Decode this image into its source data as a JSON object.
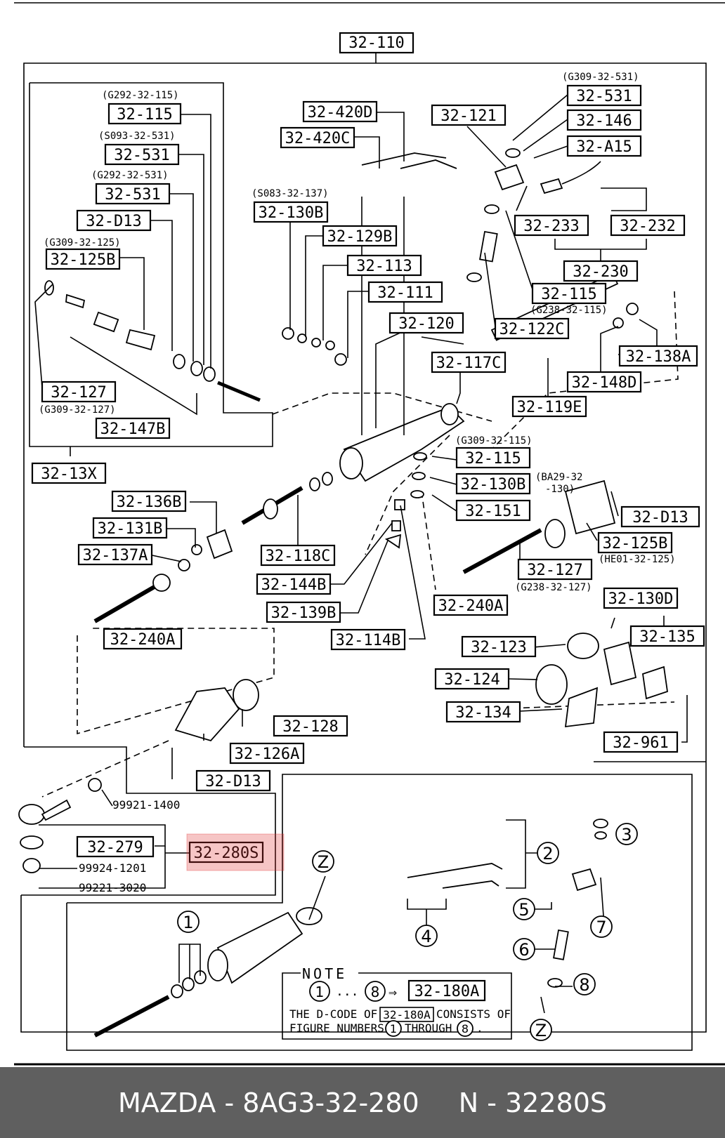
{
  "parts": {
    "p32_110": "32-110",
    "p32_115_l": "32-115",
    "c_g292_32_115": "(G292-32-115)",
    "p32_531_a": "32-531",
    "c_s093_32_531": "(S093-32-531)",
    "p32_531_b": "32-531",
    "c_g292_32_531": "(G292-32-531)",
    "p32_d13_a": "32-D13",
    "p32_125b_a": "32-125B",
    "c_g309_32_125": "(G309-32-125)",
    "p32_127_a": "32-127",
    "c_g309_32_127": "(G309-32-127)",
    "p32_147b": "32-147B",
    "p32_13x": "32-13X",
    "p32_420d": "32-420D",
    "p32_420c": "32-420C",
    "p32_130b_a": "32-130B",
    "c_s083_32_137": "(S083-32-137)",
    "p32_129b": "32-129B",
    "p32_113": "32-113",
    "p32_111": "32-111",
    "p32_120": "32-120",
    "p32_121": "32-121",
    "p32_531_r": "32-531",
    "c_g309_32_531": "(G309-32-531)",
    "p32_146": "32-146",
    "p32_a15": "32-A15",
    "p32_233": "32-233",
    "p32_232": "32-232",
    "p32_230": "32-230",
    "p32_115_r": "32-115",
    "c_g238_32_115": "(G238-32-115)",
    "p32_122c": "32-122C",
    "p32_117c": "32-117C",
    "p32_138a": "32-138A",
    "p32_148d": "32-148D",
    "p32_119e": "32-119E",
    "p32_115_m": "32-115",
    "c_g309_32_115": "(G309-32-115)",
    "p32_130b_m": "32-130B",
    "c_ba29_a": "(BA29-32",
    "c_ba29_b": "-130)",
    "p32_151": "32-151",
    "p32_d13_r": "32-D13",
    "p32_125b_r": "32-125B",
    "c_he01_32_125": "(HE01-32-125)",
    "p32_127_r": "32-127",
    "c_g238_32_127": "(G238-32-127)",
    "p32_240a_r": "32-240A",
    "p32_136b": "32-136B",
    "p32_131b": "32-131B",
    "p32_137a": "32-137A",
    "p32_118c": "32-118C",
    "p32_144b": "32-144B",
    "p32_139b": "32-139B",
    "p32_240a_l": "32-240A",
    "p32_114b": "32-114B",
    "p32_130d": "32-130D",
    "p32_135": "32-135",
    "p32_123": "32-123",
    "p32_124": "32-124",
    "p32_134": "32-134",
    "p32_961": "32-961",
    "p32_128": "32-128",
    "p32_126a": "32-126A",
    "p32_d13_b": "32-D13",
    "p99921_1400": "99921-1400",
    "p32_279": "32-279",
    "p32_280s": "32-280S",
    "p99924_1201": "99924-1201",
    "p99221_3020": "99221-3020"
  },
  "figure_numbers": [
    "1",
    "2",
    "3",
    "4",
    "5",
    "6",
    "7",
    "8"
  ],
  "z_marker": "Z",
  "note": {
    "title": "NOTE",
    "range_dots": "...",
    "arrow": "⇒",
    "code": "32-180A",
    "line1_a": "THE D-CODE OF",
    "line1_b": "CONSISTS OF",
    "line2_a": "FIGURE NUMBERS",
    "line2_b": "THROUGH"
  },
  "highlight_color": "#e03030",
  "footer": {
    "left": "MAZDA - 8AG3-32-280",
    "right": "N - 32280S"
  }
}
